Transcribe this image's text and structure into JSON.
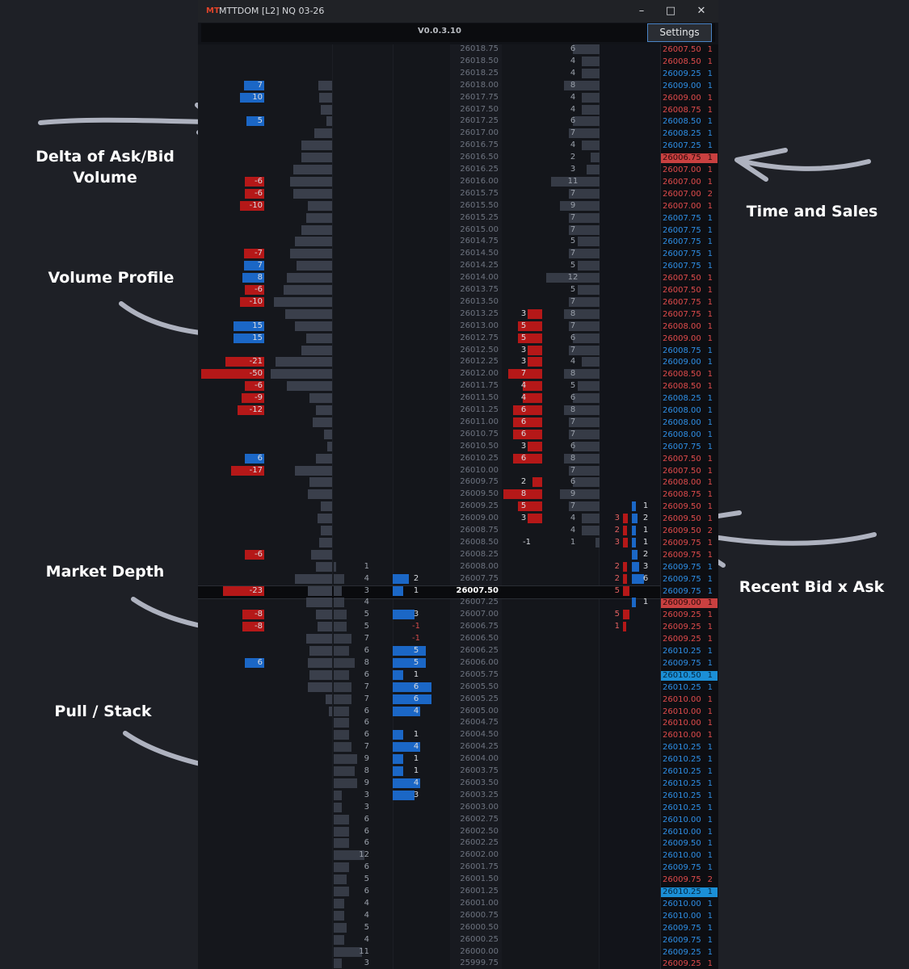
{
  "window": {
    "title": "MTTDOM [L2] NQ 03-26",
    "logo": "MT",
    "version": "V0.0.3.10",
    "settings_label": "Settings",
    "minimize_glyph": "–",
    "maximize_glyph": "□",
    "close_glyph": "✕"
  },
  "annotations": {
    "delta": "Delta of Ask/Bid\nVolume",
    "volume_profile": "Volume Profile",
    "market_depth": "Market Depth",
    "pull_stack": "Pull / Stack",
    "time_sales": "Time and Sales",
    "recent_bid_ask": "Recent Bid x Ask"
  },
  "colors": {
    "ask": "#1b67c6",
    "bid": "#b51818",
    "grey": "#3a3f4b",
    "bg": "#111318"
  },
  "ladder": {
    "prices": [
      "26018.75",
      "26018.50",
      "26018.25",
      "26018.00",
      "26017.75",
      "26017.50",
      "26017.25",
      "26017.00",
      "26016.75",
      "26016.50",
      "26016.25",
      "26016.00",
      "26015.75",
      "26015.50",
      "26015.25",
      "26015.00",
      "26014.75",
      "26014.50",
      "26014.25",
      "26014.00",
      "26013.75",
      "26013.50",
      "26013.25",
      "26013.00",
      "26012.75",
      "26012.50",
      "26012.25",
      "26012.00",
      "26011.75",
      "26011.50",
      "26011.25",
      "26011.00",
      "26010.75",
      "26010.50",
      "26010.25",
      "26010.00",
      "26009.75",
      "26009.50",
      "26009.25",
      "26009.00",
      "26008.75",
      "26008.50",
      "26008.25",
      "26008.00",
      "26007.75",
      "26007.50",
      "26007.25",
      "26007.00",
      "26006.75",
      "26006.50",
      "26006.25",
      "26006.00",
      "26005.75",
      "26005.50",
      "26005.25",
      "26005.00",
      "26004.75",
      "26004.50",
      "26004.25",
      "26004.00",
      "26003.75",
      "26003.50",
      "26003.25",
      "26003.00",
      "26002.75",
      "26002.50",
      "26002.25",
      "26002.00",
      "26001.75",
      "26001.50",
      "26001.25",
      "26001.00",
      "26000.75",
      "26000.50",
      "26000.25",
      "26000.00",
      "25999.75"
    ],
    "current_price": "26007.50",
    "delta": {
      "3": 7,
      "4": 10,
      "6": 5,
      "11": -6,
      "12": -6,
      "13": -10,
      "17": -7,
      "18": 7,
      "19": 8,
      "20": -6,
      "21": -10,
      "23": 15,
      "24": 15,
      "26": -21,
      "27": -50,
      "28": -6,
      "29": -9,
      "30": -12,
      "34": 6,
      "35": -17,
      "42": -6,
      "45": -23,
      "47": -8,
      "48": -8,
      "51": 6
    },
    "volume_profile": [
      0,
      0,
      0,
      17,
      16,
      14,
      7,
      22,
      38,
      38,
      48,
      52,
      48,
      30,
      32,
      38,
      46,
      52,
      44,
      56,
      60,
      72,
      58,
      46,
      32,
      38,
      70,
      76,
      56,
      28,
      20,
      24,
      10,
      6,
      20,
      46,
      28,
      30,
      14,
      18,
      14,
      16,
      26,
      20,
      46,
      30,
      32,
      20,
      18,
      32,
      28,
      30,
      28,
      30,
      8,
      4,
      0,
      0,
      0,
      0,
      0,
      0,
      0,
      0,
      0,
      0,
      0,
      0,
      0,
      0,
      0,
      0,
      0,
      0,
      0,
      0,
      0
    ],
    "depth_bid": {
      "43": 1,
      "44": 4,
      "45": 3,
      "46": 4,
      "47": 5,
      "48": 5,
      "49": 7,
      "50": 6,
      "51": 8,
      "52": 6,
      "53": 7,
      "54": 7,
      "55": 6,
      "56": 6,
      "57": 6,
      "58": 7,
      "59": 9,
      "60": 8,
      "61": 9,
      "62": 3,
      "63": 3,
      "64": 6,
      "65": 6,
      "66": 6,
      "67": 12,
      "68": 6,
      "69": 5,
      "70": 6,
      "71": 4,
      "72": 4,
      "73": 5,
      "74": 4,
      "75": 11,
      "76": 3
    },
    "pull_stack": {
      "44": 2,
      "45": 1,
      "47": 3,
      "48": -1,
      "49": -1,
      "50": 5,
      "51": 5,
      "52": 1,
      "53": 6,
      "54": 6,
      "55": 4,
      "57": 1,
      "58": 4,
      "59": 1,
      "60": 1,
      "61": 4,
      "62": 3
    },
    "bid_pull": {
      "22": 3,
      "23": 5,
      "24": 5,
      "25": 3,
      "26": 3,
      "27": 7,
      "28": 4,
      "29": 4,
      "30": 6,
      "31": 6,
      "32": 6,
      "33": 3,
      "34": 6,
      "36": 2,
      "37": 8,
      "38": 5,
      "39": 3,
      "41": -1
    },
    "depth_ask": {
      "0": 6,
      "1": 4,
      "2": 4,
      "3": 8,
      "4": 4,
      "5": 4,
      "6": 6,
      "7": 7,
      "8": 4,
      "9": 2,
      "10": 3,
      "11": 11,
      "12": 7,
      "13": 9,
      "14": 7,
      "15": 7,
      "16": 5,
      "17": 7,
      "18": 5,
      "19": 12,
      "20": 5,
      "21": 7,
      "22": 8,
      "23": 7,
      "24": 6,
      "25": 7,
      "26": 4,
      "27": 8,
      "28": 5,
      "29": 6,
      "30": 8,
      "31": 7,
      "32": 7,
      "33": 6,
      "34": 8,
      "35": 7,
      "36": 6,
      "37": 9,
      "38": 7,
      "39": 4,
      "40": 4,
      "41": 1
    },
    "recent_bid": {
      "39": 3,
      "40": 2,
      "41": 3,
      "43": 2,
      "44": 2,
      "45": 5,
      "47": 5,
      "48": 1
    },
    "recent_ask": {
      "38": 1,
      "39": 2,
      "40": 1,
      "41": 1,
      "42": 2,
      "43": 3,
      "44": 6,
      "46": 1
    }
  },
  "time_sales": [
    {
      "p": "26007.50",
      "q": "1",
      "s": "b"
    },
    {
      "p": "26008.50",
      "q": "1",
      "s": "b"
    },
    {
      "p": "26009.25",
      "q": "1",
      "s": "a"
    },
    {
      "p": "26009.00",
      "q": "1",
      "s": "a"
    },
    {
      "p": "26009.00",
      "q": "1",
      "s": "b"
    },
    {
      "p": "26008.75",
      "q": "1",
      "s": "b"
    },
    {
      "p": "26008.50",
      "q": "1",
      "s": "a"
    },
    {
      "p": "26008.25",
      "q": "1",
      "s": "a"
    },
    {
      "p": "26007.25",
      "q": "1",
      "s": "a"
    },
    {
      "p": "26006.75",
      "q": "1",
      "s": "hb"
    },
    {
      "p": "26007.00",
      "q": "1",
      "s": "b"
    },
    {
      "p": "26007.00",
      "q": "1",
      "s": "b"
    },
    {
      "p": "26007.00",
      "q": "2",
      "s": "b"
    },
    {
      "p": "26007.00",
      "q": "1",
      "s": "b"
    },
    {
      "p": "26007.75",
      "q": "1",
      "s": "a"
    },
    {
      "p": "26007.75",
      "q": "1",
      "s": "a"
    },
    {
      "p": "26007.75",
      "q": "1",
      "s": "a"
    },
    {
      "p": "26007.75",
      "q": "1",
      "s": "a"
    },
    {
      "p": "26007.75",
      "q": "1",
      "s": "a"
    },
    {
      "p": "26007.50",
      "q": "1",
      "s": "b"
    },
    {
      "p": "26007.50",
      "q": "1",
      "s": "b"
    },
    {
      "p": "26007.75",
      "q": "1",
      "s": "b"
    },
    {
      "p": "26007.75",
      "q": "1",
      "s": "b"
    },
    {
      "p": "26008.00",
      "q": "1",
      "s": "b"
    },
    {
      "p": "26009.00",
      "q": "1",
      "s": "b"
    },
    {
      "p": "26008.75",
      "q": "1",
      "s": "a"
    },
    {
      "p": "26009.00",
      "q": "1",
      "s": "a"
    },
    {
      "p": "26008.50",
      "q": "1",
      "s": "b"
    },
    {
      "p": "26008.50",
      "q": "1",
      "s": "b"
    },
    {
      "p": "26008.25",
      "q": "1",
      "s": "a"
    },
    {
      "p": "26008.00",
      "q": "1",
      "s": "a"
    },
    {
      "p": "26008.00",
      "q": "1",
      "s": "a"
    },
    {
      "p": "26008.00",
      "q": "1",
      "s": "a"
    },
    {
      "p": "26007.75",
      "q": "1",
      "s": "a"
    },
    {
      "p": "26007.50",
      "q": "1",
      "s": "b"
    },
    {
      "p": "26007.50",
      "q": "1",
      "s": "b"
    },
    {
      "p": "26008.00",
      "q": "1",
      "s": "b"
    },
    {
      "p": "26008.75",
      "q": "1",
      "s": "b"
    },
    {
      "p": "26009.50",
      "q": "1",
      "s": "b"
    },
    {
      "p": "26009.50",
      "q": "1",
      "s": "b"
    },
    {
      "p": "26009.50",
      "q": "2",
      "s": "b"
    },
    {
      "p": "26009.75",
      "q": "1",
      "s": "b"
    },
    {
      "p": "26009.75",
      "q": "1",
      "s": "b"
    },
    {
      "p": "26009.75",
      "q": "1",
      "s": "a"
    },
    {
      "p": "26009.75",
      "q": "1",
      "s": "a"
    },
    {
      "p": "26009.75",
      "q": "1",
      "s": "a"
    },
    {
      "p": "26009.00",
      "q": "1",
      "s": "hb"
    },
    {
      "p": "26009.25",
      "q": "1",
      "s": "b"
    },
    {
      "p": "26009.25",
      "q": "1",
      "s": "b"
    },
    {
      "p": "26009.25",
      "q": "1",
      "s": "b"
    },
    {
      "p": "26010.25",
      "q": "1",
      "s": "a"
    },
    {
      "p": "26009.75",
      "q": "1",
      "s": "a"
    },
    {
      "p": "26010.50",
      "q": "1",
      "s": "ha"
    },
    {
      "p": "26010.25",
      "q": "1",
      "s": "a"
    },
    {
      "p": "26010.00",
      "q": "1",
      "s": "b"
    },
    {
      "p": "26010.00",
      "q": "1",
      "s": "b"
    },
    {
      "p": "26010.00",
      "q": "1",
      "s": "b"
    },
    {
      "p": "26010.00",
      "q": "1",
      "s": "b"
    },
    {
      "p": "26010.25",
      "q": "1",
      "s": "a"
    },
    {
      "p": "26010.25",
      "q": "1",
      "s": "a"
    },
    {
      "p": "26010.25",
      "q": "1",
      "s": "a"
    },
    {
      "p": "26010.25",
      "q": "1",
      "s": "a"
    },
    {
      "p": "26010.25",
      "q": "1",
      "s": "a"
    },
    {
      "p": "26010.25",
      "q": "1",
      "s": "a"
    },
    {
      "p": "26010.00",
      "q": "1",
      "s": "a"
    },
    {
      "p": "26010.00",
      "q": "1",
      "s": "a"
    },
    {
      "p": "26009.50",
      "q": "1",
      "s": "a"
    },
    {
      "p": "26010.00",
      "q": "1",
      "s": "a"
    },
    {
      "p": "26009.75",
      "q": "1",
      "s": "a"
    },
    {
      "p": "26009.75",
      "q": "2",
      "s": "b"
    },
    {
      "p": "26010.25",
      "q": "1",
      "s": "ha"
    },
    {
      "p": "26010.00",
      "q": "1",
      "s": "a"
    },
    {
      "p": "26010.00",
      "q": "1",
      "s": "a"
    },
    {
      "p": "26009.75",
      "q": "1",
      "s": "a"
    },
    {
      "p": "26009.75",
      "q": "1",
      "s": "a"
    },
    {
      "p": "26009.25",
      "q": "1",
      "s": "a"
    },
    {
      "p": "26009.25",
      "q": "1",
      "s": "b"
    }
  ]
}
